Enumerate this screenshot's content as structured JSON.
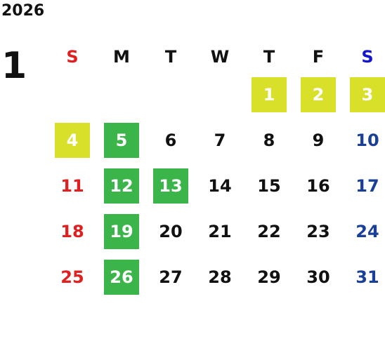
{
  "year": "2026",
  "month": "1",
  "weekdays": [
    "S",
    "M",
    "T",
    "W",
    "T",
    "F",
    "S"
  ],
  "colors": {
    "sunday": "#e02020",
    "saturday": "#1a3f96",
    "holiday_highlight": "#d8e02a",
    "closed_highlight": "#3bb54a"
  },
  "days": [
    "1",
    "2",
    "3",
    "4",
    "5",
    "6",
    "7",
    "8",
    "9",
    "10",
    "11",
    "12",
    "13",
    "14",
    "15",
    "16",
    "17",
    "18",
    "19",
    "20",
    "21",
    "22",
    "23",
    "24",
    "25",
    "26",
    "27",
    "28",
    "29",
    "30",
    "31"
  ]
}
